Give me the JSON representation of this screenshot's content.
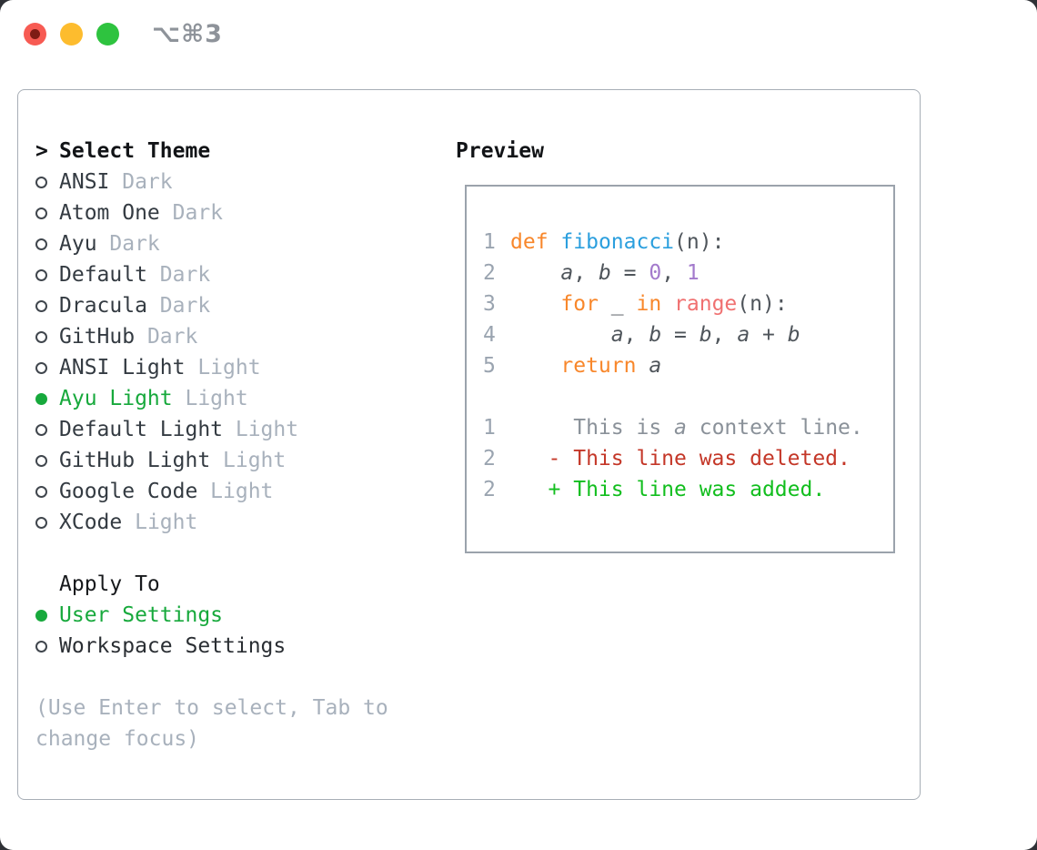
{
  "titlebar": {
    "shortcut": "⌥⌘3"
  },
  "colors": {
    "accent_green": "#17A93C",
    "panel_border": "#A7AEB6",
    "muted_gray": "#A8B1BC",
    "code_plain": "#4F555B",
    "code_keyword": "#F8872B",
    "code_function": "#2B9FDE",
    "code_call": "#F07171",
    "code_number": "#A37ACC",
    "code_gutter": "#9AA4B0",
    "diff_context": "#8A9199",
    "diff_deleted": "#C43728",
    "diff_added": "#12BE1E",
    "traffic_close": "#F75B53",
    "traffic_minimize": "#FDBC2E",
    "traffic_maximize": "#2EC33F"
  },
  "sidebar": {
    "header": {
      "marker": ">",
      "label": "Select Theme"
    },
    "themes": [
      {
        "name": "ANSI",
        "variant": "Dark",
        "selected": false
      },
      {
        "name": "Atom One",
        "variant": "Dark",
        "selected": false
      },
      {
        "name": "Ayu",
        "variant": "Dark",
        "selected": false
      },
      {
        "name": "Default",
        "variant": "Dark",
        "selected": false
      },
      {
        "name": "Dracula",
        "variant": "Dark",
        "selected": false
      },
      {
        "name": "GitHub",
        "variant": "Dark",
        "selected": false
      },
      {
        "name": "ANSI Light",
        "variant": "Light",
        "selected": false
      },
      {
        "name": "Ayu Light",
        "variant": "Light",
        "selected": true
      },
      {
        "name": "Default Light",
        "variant": "Light",
        "selected": false
      },
      {
        "name": "GitHub Light",
        "variant": "Light",
        "selected": false
      },
      {
        "name": "Google Code",
        "variant": "Light",
        "selected": false
      },
      {
        "name": "XCode",
        "variant": "Light",
        "selected": false
      }
    ],
    "apply_to": {
      "label": "Apply To",
      "options": [
        {
          "label": "User Settings",
          "selected": true
        },
        {
          "label": "Workspace Settings",
          "selected": false
        }
      ]
    },
    "hint": "(Use Enter to select, Tab to change focus)"
  },
  "preview": {
    "label": "Preview",
    "code_lines": [
      {
        "num": "1",
        "tokens": [
          [
            "k",
            "def"
          ],
          [
            "p",
            " "
          ],
          [
            "f",
            "fibonacci"
          ],
          [
            "p",
            "(n):"
          ]
        ]
      },
      {
        "num": "2",
        "tokens": [
          [
            "p",
            "    "
          ],
          [
            "v",
            "a"
          ],
          [
            "p",
            ", "
          ],
          [
            "v",
            "b"
          ],
          [
            "p",
            " = "
          ],
          [
            "n",
            "0"
          ],
          [
            "p",
            ", "
          ],
          [
            "n",
            "1"
          ]
        ]
      },
      {
        "num": "3",
        "tokens": [
          [
            "p",
            "    "
          ],
          [
            "k",
            "for"
          ],
          [
            "p",
            " _ "
          ],
          [
            "k",
            "in"
          ],
          [
            "p",
            " "
          ],
          [
            "c",
            "range"
          ],
          [
            "p",
            "(n):"
          ]
        ]
      },
      {
        "num": "4",
        "tokens": [
          [
            "p",
            "        "
          ],
          [
            "v",
            "a"
          ],
          [
            "p",
            ", "
          ],
          [
            "v",
            "b"
          ],
          [
            "p",
            " = "
          ],
          [
            "v",
            "b"
          ],
          [
            "p",
            ", "
          ],
          [
            "v",
            "a"
          ],
          [
            "p",
            " + "
          ],
          [
            "v",
            "b"
          ]
        ]
      },
      {
        "num": "5",
        "tokens": [
          [
            "p",
            "    "
          ],
          [
            "k",
            "return"
          ],
          [
            "p",
            " "
          ],
          [
            "v",
            "a"
          ]
        ]
      },
      {
        "num": "",
        "tokens": []
      },
      {
        "num": "1",
        "tokens": [
          [
            "ctx",
            "     This is "
          ],
          [
            "ctxv",
            "a"
          ],
          [
            "ctx",
            " context line."
          ]
        ]
      },
      {
        "num": "2",
        "tokens": [
          [
            "del",
            "   - This line was deleted."
          ]
        ]
      },
      {
        "num": "2",
        "tokens": [
          [
            "add",
            "   + This line was added."
          ]
        ]
      }
    ]
  }
}
